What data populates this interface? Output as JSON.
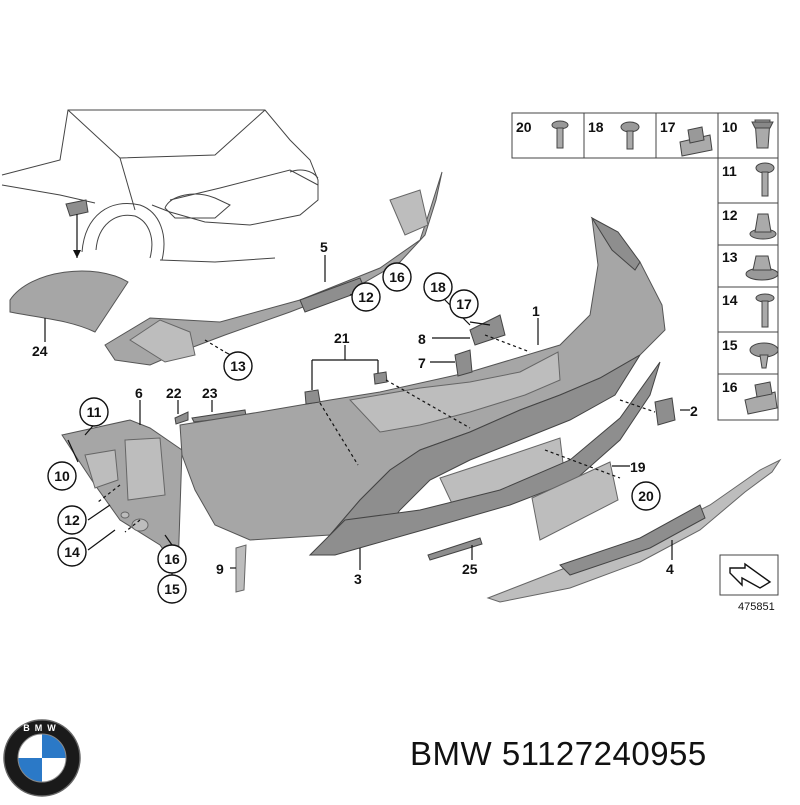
{
  "caption": {
    "text": "BMW 51127240955"
  },
  "logo": {
    "letters": "BMW",
    "colors": {
      "blue": "#2b79c7",
      "ring": "#1a1a1a",
      "white": "#ffffff"
    }
  },
  "diagram_id": "475851",
  "legend": {
    "top_row": [
      {
        "num": "20",
        "icon": "screw-icon"
      },
      {
        "num": "18",
        "icon": "screw-icon"
      },
      {
        "num": "17",
        "icon": "clip-nut-icon"
      },
      {
        "num": "10",
        "icon": "expanding-nut-icon"
      }
    ],
    "right_column": [
      {
        "num": "11",
        "icon": "screw-icon"
      },
      {
        "num": "12",
        "icon": "collar-nut-icon"
      },
      {
        "num": "13",
        "icon": "flange-nut-icon"
      },
      {
        "num": "14",
        "icon": "rivet-icon"
      },
      {
        "num": "15",
        "icon": "push-clip-icon"
      },
      {
        "num": "16",
        "icon": "clip-nut-icon"
      }
    ]
  },
  "labels": {
    "l1": "1",
    "l2": "2",
    "l3": "3",
    "l4": "4",
    "l5": "5",
    "l6": "6",
    "l7": "7",
    "l8": "8",
    "l9": "9",
    "l19": "19",
    "l21": "21",
    "l22": "22",
    "l23": "23",
    "l24": "24",
    "l25": "25",
    "c10": "10",
    "c11": "11",
    "c12a": "12",
    "c12b": "12",
    "c13": "13",
    "c14": "14",
    "c15": "15",
    "c16a": "16",
    "c16b": "16",
    "c17": "17",
    "c18": "18",
    "c20": "20"
  }
}
